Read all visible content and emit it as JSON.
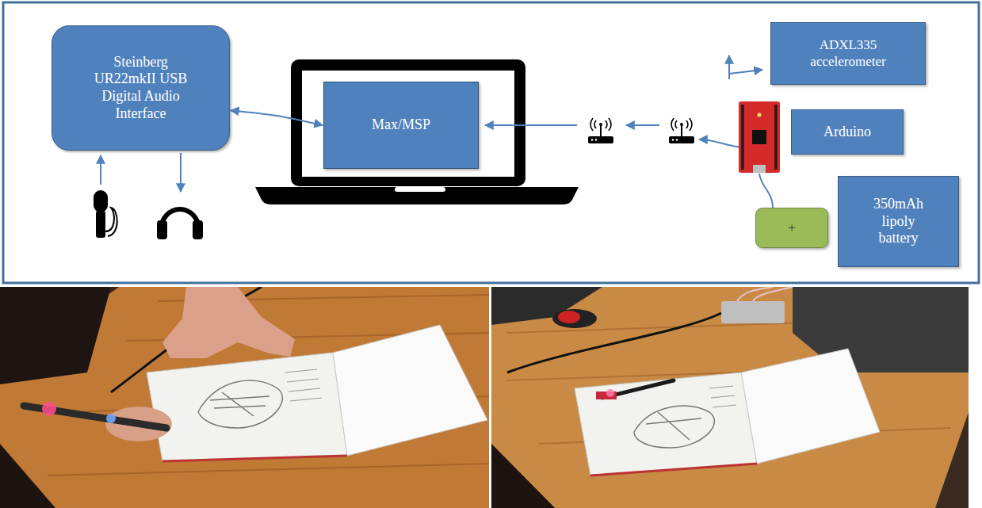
{
  "diagram": {
    "nodes": [
      {
        "text": [
          "Steinberg UR22mkII USB Digital Audio Interface"
        ]
      },
      {
        "text": [
          "Max/MSP"
        ]
      },
      {
        "text": [
          "ADXL335 accelerometer"
        ]
      },
      {
        "text": [
          "Arduino"
        ]
      },
      {
        "text": [
          "+"
        ]
      },
      {
        "text": [
          "350mAh lipoly battery"
        ]
      }
    ],
    "edges": [
      {
        "from": 0,
        "to": 1,
        "arrow": "both"
      }
    ]
  }
}
